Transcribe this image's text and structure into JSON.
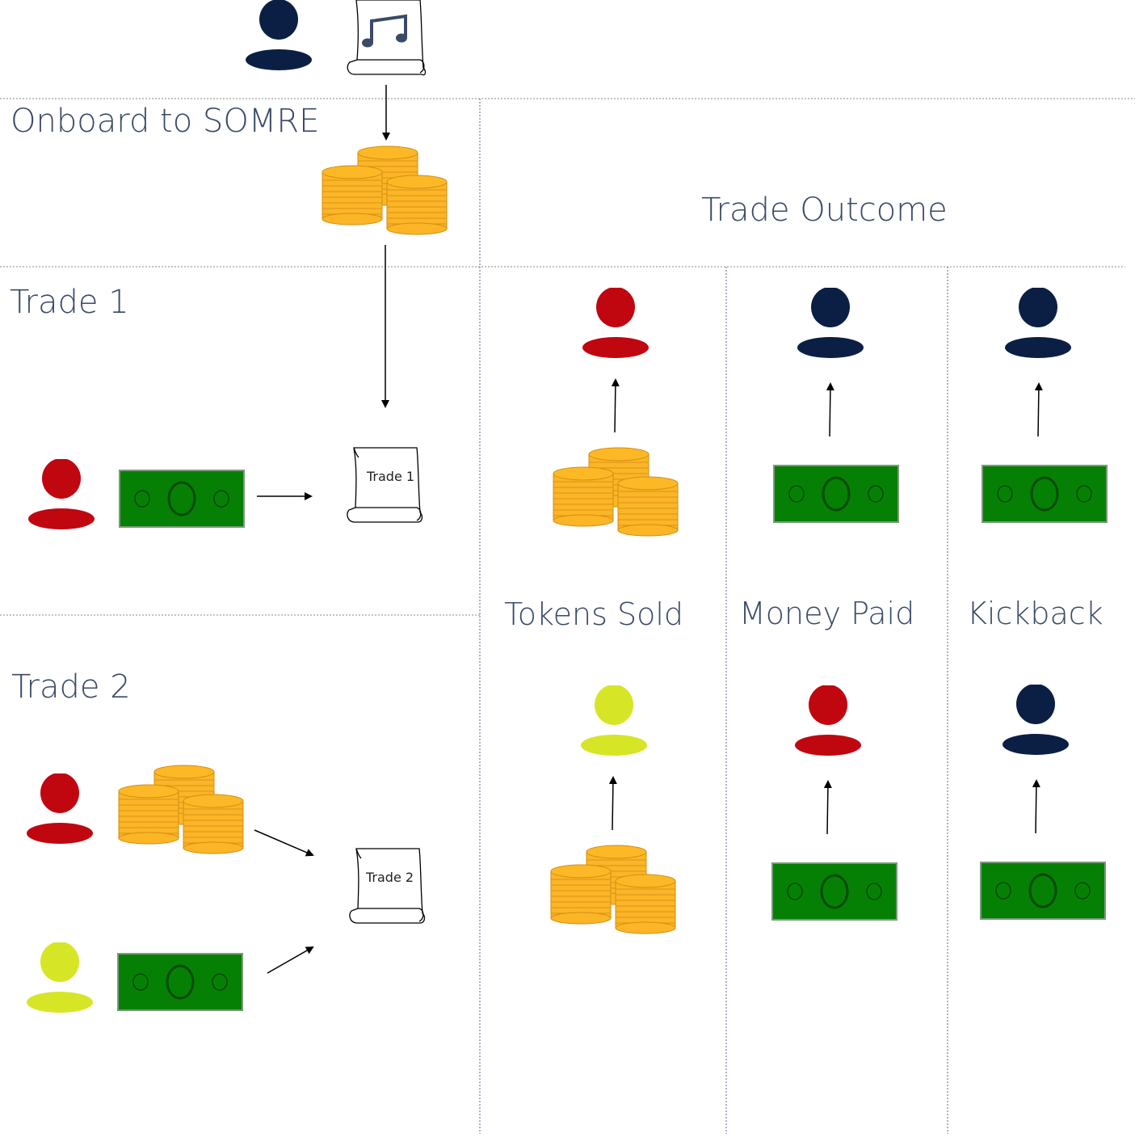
{
  "sections": {
    "onboard": "Onboard to SOMRE",
    "trade1": "Trade 1",
    "trade2": "Trade 2",
    "outcome": "Trade Outcome"
  },
  "columns": {
    "tokens_sold": "Tokens Sold",
    "money_paid": "Money Paid",
    "kickback": "Kickback"
  },
  "documents": {
    "trade1": "Trade 1",
    "trade2": "Trade 2"
  },
  "colors": {
    "navy": "#0b1f44",
    "red": "#c0060f",
    "lime": "#d6e626",
    "money": "#058005",
    "gold": "#fbb526",
    "label": "#3a4a68"
  },
  "icons": [
    "person-icon",
    "music-score-icon",
    "coin-stack-icon",
    "banknote-icon",
    "document-icon",
    "arrow-icon"
  ]
}
